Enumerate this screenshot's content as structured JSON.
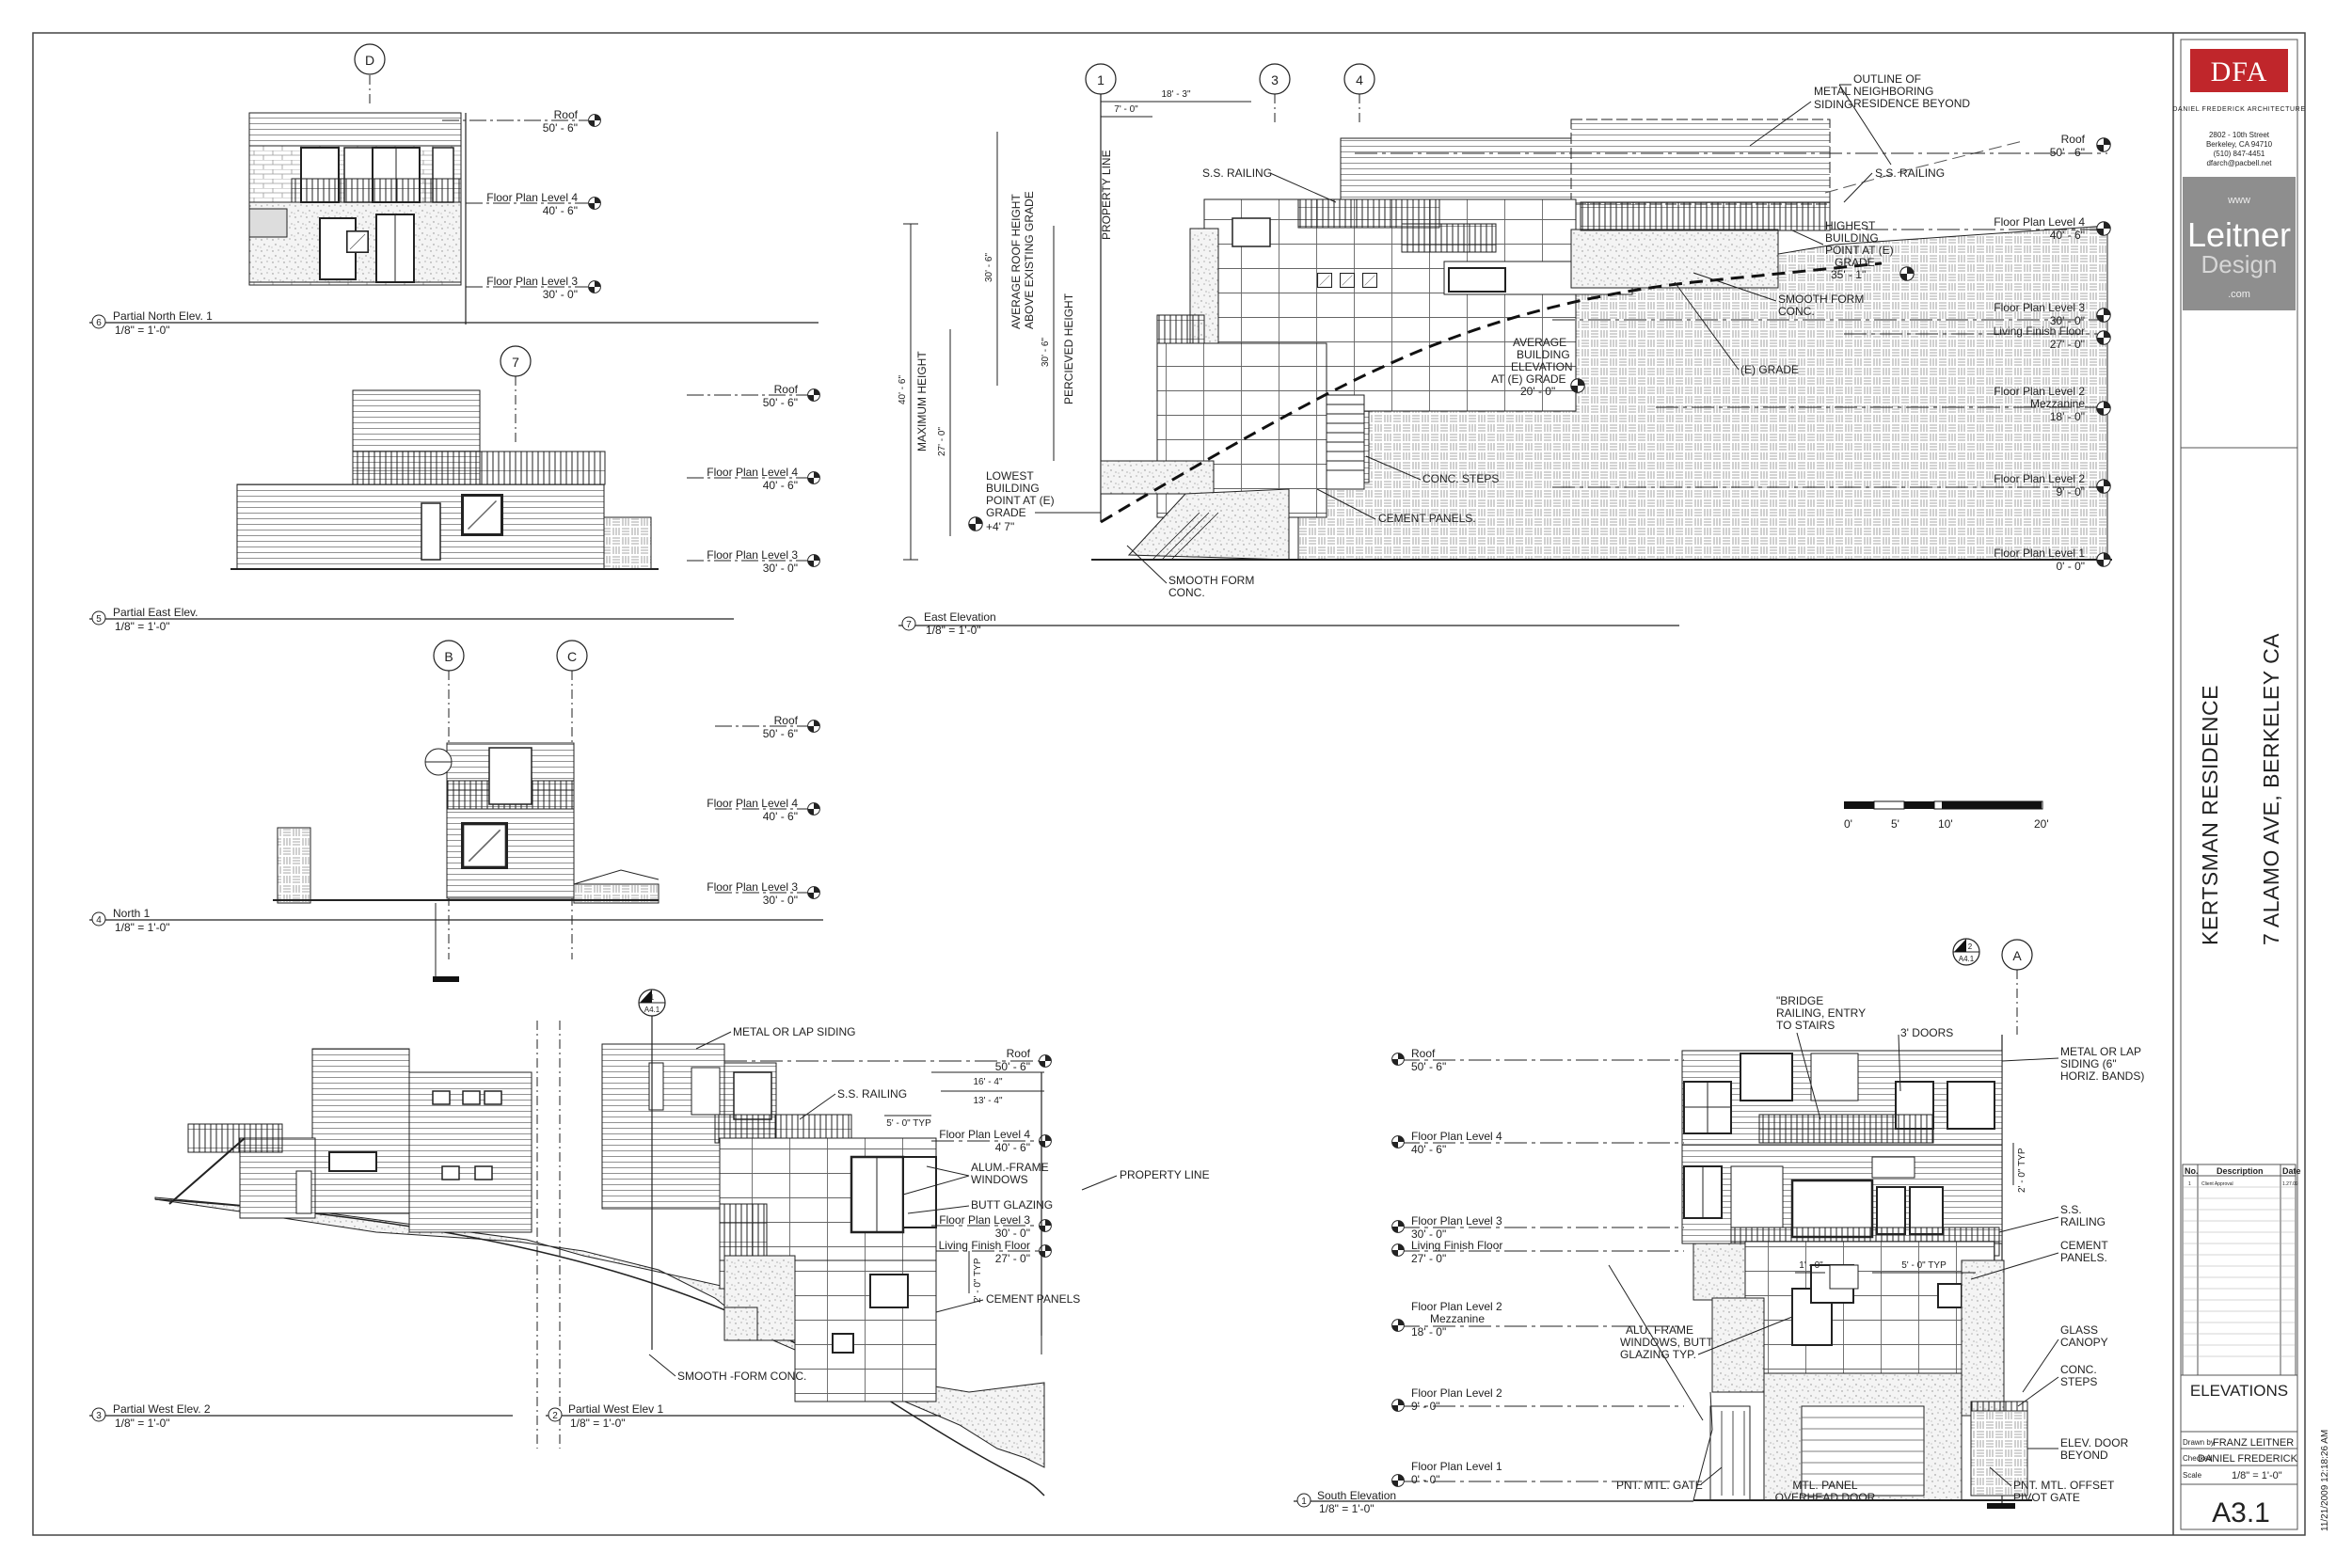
{
  "firm": {
    "logo": "DFA",
    "name": "DANIEL FREDERICK ARCHITECTURE",
    "address": [
      "2802 - 10th Street",
      "Berkeley, CA 94710",
      "(510) 847-4451",
      "dfarch@pacbell.net"
    ],
    "partner_logo": {
      "www": "www",
      "word1": "Leitner",
      "word2": "Design",
      "com": ".com"
    },
    "accent": "#c0262b"
  },
  "project": {
    "name": "KERTSMAN RESIDENCE",
    "address": "7 ALAMO AVE, BERKELEY CA"
  },
  "sheet": {
    "title": "ELEVATIONS",
    "drawn_by_label": "Drawn by",
    "drawn_by": "FRANZ LEITNER",
    "checked_label": "Checked",
    "checked_by": "DANIEL FREDERICK",
    "scale_label": "Scale",
    "scale": "1/8\" = 1'-0\"",
    "number": "A3.1",
    "date_stamp": "11/21/2009 12:18:26 AM"
  },
  "revisions": {
    "headers": [
      "No.",
      "Description",
      "Date"
    ],
    "rows": [
      {
        "no": "1",
        "description": "Client Approval",
        "date": "1.27.09"
      }
    ]
  },
  "scale_bar": {
    "ticks": [
      "0'",
      "5'",
      "10'",
      "20'"
    ]
  },
  "views": [
    {
      "num": "6",
      "name": "Partial North Elev. 1",
      "scale": "1/8\" = 1'-0\""
    },
    {
      "num": "5",
      "name": "Partial East Elev.",
      "scale": "1/8\" = 1'-0\""
    },
    {
      "num": "4",
      "name": "North 1",
      "scale": "1/8\" = 1'-0\""
    },
    {
      "num": "7",
      "name": "East Elevation",
      "scale": "1/8\" = 1'-0\""
    },
    {
      "num": "3",
      "name": "Partial West Elev. 2",
      "scale": "1/8\" = 1'-0\""
    },
    {
      "num": "2",
      "name": "Partial West Elev 1",
      "scale": "1/8\" = 1'-0\""
    },
    {
      "num": "1",
      "name": "South Elevation",
      "scale": "1/8\" = 1'-0\""
    }
  ],
  "gridlines": {
    "north": "D",
    "east_partial": "7",
    "north1_b": "B",
    "north1_c": "C",
    "east_1": "1",
    "east_3": "3",
    "east_4": "4",
    "south_a": "A"
  },
  "section_markers": [
    {
      "top": "1",
      "bottom": "A4.1"
    },
    {
      "top": "2",
      "bottom": "A4.1"
    }
  ],
  "levels": {
    "roof": {
      "name": "Roof",
      "value": "50' - 6\""
    },
    "l4": {
      "name": "Floor Plan Level 4",
      "value": "40' - 6\""
    },
    "l3": {
      "name": "Floor Plan Level 3",
      "value": "30' - 0\""
    },
    "lf": {
      "name": "Living Finish Floor",
      "value": "27' - 0\""
    },
    "l2m": {
      "name": "Floor Plan Level 2",
      "sub": "Mezzanine",
      "value": "18' - 0\""
    },
    "l2": {
      "name": "Floor Plan Level 2",
      "value": "9' - 0\""
    },
    "l1": {
      "name": "Floor Plan Level 1",
      "value": "0' - 0\""
    }
  },
  "east_notes": {
    "metal_siding": [
      "METAL",
      "SIDING"
    ],
    "outline": [
      "OUTLINE OF",
      "NEIGHBORING",
      "RESIDENCE BEYOND"
    ],
    "ss_railing": "S.S. RAILING",
    "ss_railing2": "S.S. RAILING",
    "highest": [
      "HIGHEST",
      "BUILDING",
      "POINT AT (E)",
      "GRADE",
      "35' - 1\""
    ],
    "smooth_form": [
      "SMOOTH FORM",
      "CONC."
    ],
    "e_grade": "(E) GRADE",
    "avg_elev": [
      "AVERAGE",
      "BUILDING",
      "ELEVATION",
      "AT (E) GRADE",
      "20' - 0\""
    ],
    "conc_steps": "CONC. STEPS",
    "cement_panels": "CEMENT PANELS.",
    "lowest": [
      "LOWEST",
      "BUILDING",
      "POINT AT (E)",
      "GRADE",
      "+4' 7\""
    ],
    "smooth_form2": [
      "SMOOTH FORM",
      "CONC."
    ],
    "max_height": "MAXIMUM HEIGHT",
    "avg_roof": [
      "AVERAGE ROOF HEIGHT",
      "ABOVE EXISTING GRADE"
    ],
    "perceived": "PERCIEVED HEIGHT",
    "property_line": "PROPERTY LINE",
    "dims": {
      "d1": "18' - 3\"",
      "d2": "7' - 0\"",
      "d3": "40' - 6\"",
      "d4": "27' - 0\"",
      "d5": "30' - 6\"",
      "d6": "30' - 6\""
    }
  },
  "west_notes": {
    "metal_lap": "METAL OR LAP SIDING",
    "ss_railing": "S.S. RAILING",
    "alum": [
      "ALUM.-FRAME",
      "WINDOWS"
    ],
    "butt": "BUTT GLAZING",
    "property_line": "PROPERTY LINE",
    "cement": "CEMENT PANELS",
    "smooth": "SMOOTH -FORM CONC.",
    "dims": {
      "d1": "16' - 4\"",
      "d2": "13' - 4\"",
      "d3": "5' - 0\" TYP",
      "d4": "2' - 0\" TYP"
    }
  },
  "south_notes": {
    "bridge": [
      "\"BRIDGE",
      "RAILING, ENTRY",
      "TO STAIRS"
    ],
    "doors": "3' DOORS",
    "metal_lap": [
      "METAL OR LAP",
      "SIDING (6\"",
      "HORIZ. BANDS)"
    ],
    "ss_railing": [
      "S.S.",
      "RAILING"
    ],
    "cement": [
      "CEMENT",
      "PANELS."
    ],
    "glass": [
      "GLASS",
      "CANOPY"
    ],
    "conc_steps": [
      "CONC.",
      "STEPS"
    ],
    "elev_door": [
      "ELEV. DOOR",
      "BEYOND"
    ],
    "alu": [
      "ALU. FRAME",
      "WINDOWS, BUTT",
      "GLAZING TYP."
    ],
    "pnt_gate": "PNT. MTL. GATE",
    "mtl_panel": [
      "MTL. PANEL",
      "OVERHEAD DOOR"
    ],
    "pnt_offset": [
      "PNT. MTL. OFFSET",
      "PIVOT GATE"
    ],
    "dims": {
      "d1": "1' - 0\"",
      "d2": "5' - 0\" TYP",
      "d3": "2' - 0\" TYP"
    }
  }
}
